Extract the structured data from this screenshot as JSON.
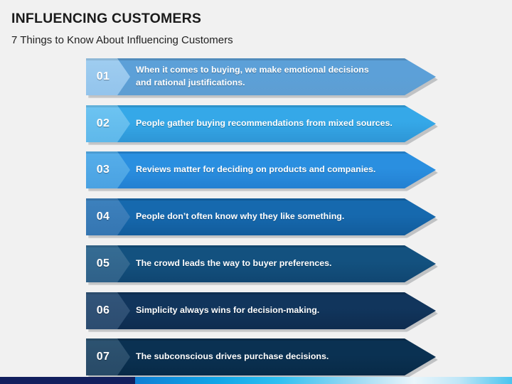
{
  "header": {
    "title": "INFLUENCING CUSTOMERS",
    "subtitle": "7 Things to Know About Influencing Customers"
  },
  "colors": {
    "background": "#f1f1f1",
    "title_text": "#1b1b1b",
    "step_text": "#ffffff",
    "strip_dark": "#121f5e",
    "strip_blue": "#11a6e8"
  },
  "steps": [
    {
      "number": "01",
      "line1": "When it comes to buying, we make emotional decisions",
      "line2": "and rational justifications.",
      "bar_color": "#5ca0d8",
      "bar_color_bottom": "#5e9ed2",
      "badge_color": "#9fcdf0",
      "badge_color_bottom": "#93c4ec"
    },
    {
      "number": "02",
      "line1": "People gather buying recommendations from mixed sources.",
      "line2": "",
      "bar_color": "#35a8e8",
      "bar_color_bottom": "#2e96d6",
      "badge_color": "#6dc4f2",
      "badge_color_bottom": "#5fb8ea"
    },
    {
      "number": "03",
      "line1": "Reviews matter for deciding on products and companies.",
      "line2": "",
      "bar_color": "#2a8fe0",
      "bar_color_bottom": "#2380d2",
      "badge_color": "#56aeea",
      "badge_color_bottom": "#4aa2e2"
    },
    {
      "number": "04",
      "line1": "People don’t often know why they like something.",
      "line2": "",
      "bar_color": "#1669ae",
      "bar_color_bottom": "#125c9c",
      "badge_color": "#3d81bd",
      "badge_color_bottom": "#3576b2"
    },
    {
      "number": "05",
      "line1": "The crowd leads the way to buyer preferences.",
      "line2": "",
      "bar_color": "#13517f",
      "bar_color_bottom": "#104671",
      "badge_color": "#366d94",
      "badge_color_bottom": "#2f6189"
    },
    {
      "number": "06",
      "line1": "Simplicity always wins for decision-making.",
      "line2": "",
      "bar_color": "#11355c",
      "bar_color_bottom": "#0e2c4f",
      "badge_color": "#32557a",
      "badge_color_bottom": "#2c4c70"
    },
    {
      "number": "07",
      "line1": "The subconscious drives purchase decisions.",
      "line2": "",
      "bar_color": "#0a3152",
      "bar_color_bottom": "#082a47",
      "badge_color": "#2d5371",
      "badge_color_bottom": "#284a67"
    }
  ]
}
